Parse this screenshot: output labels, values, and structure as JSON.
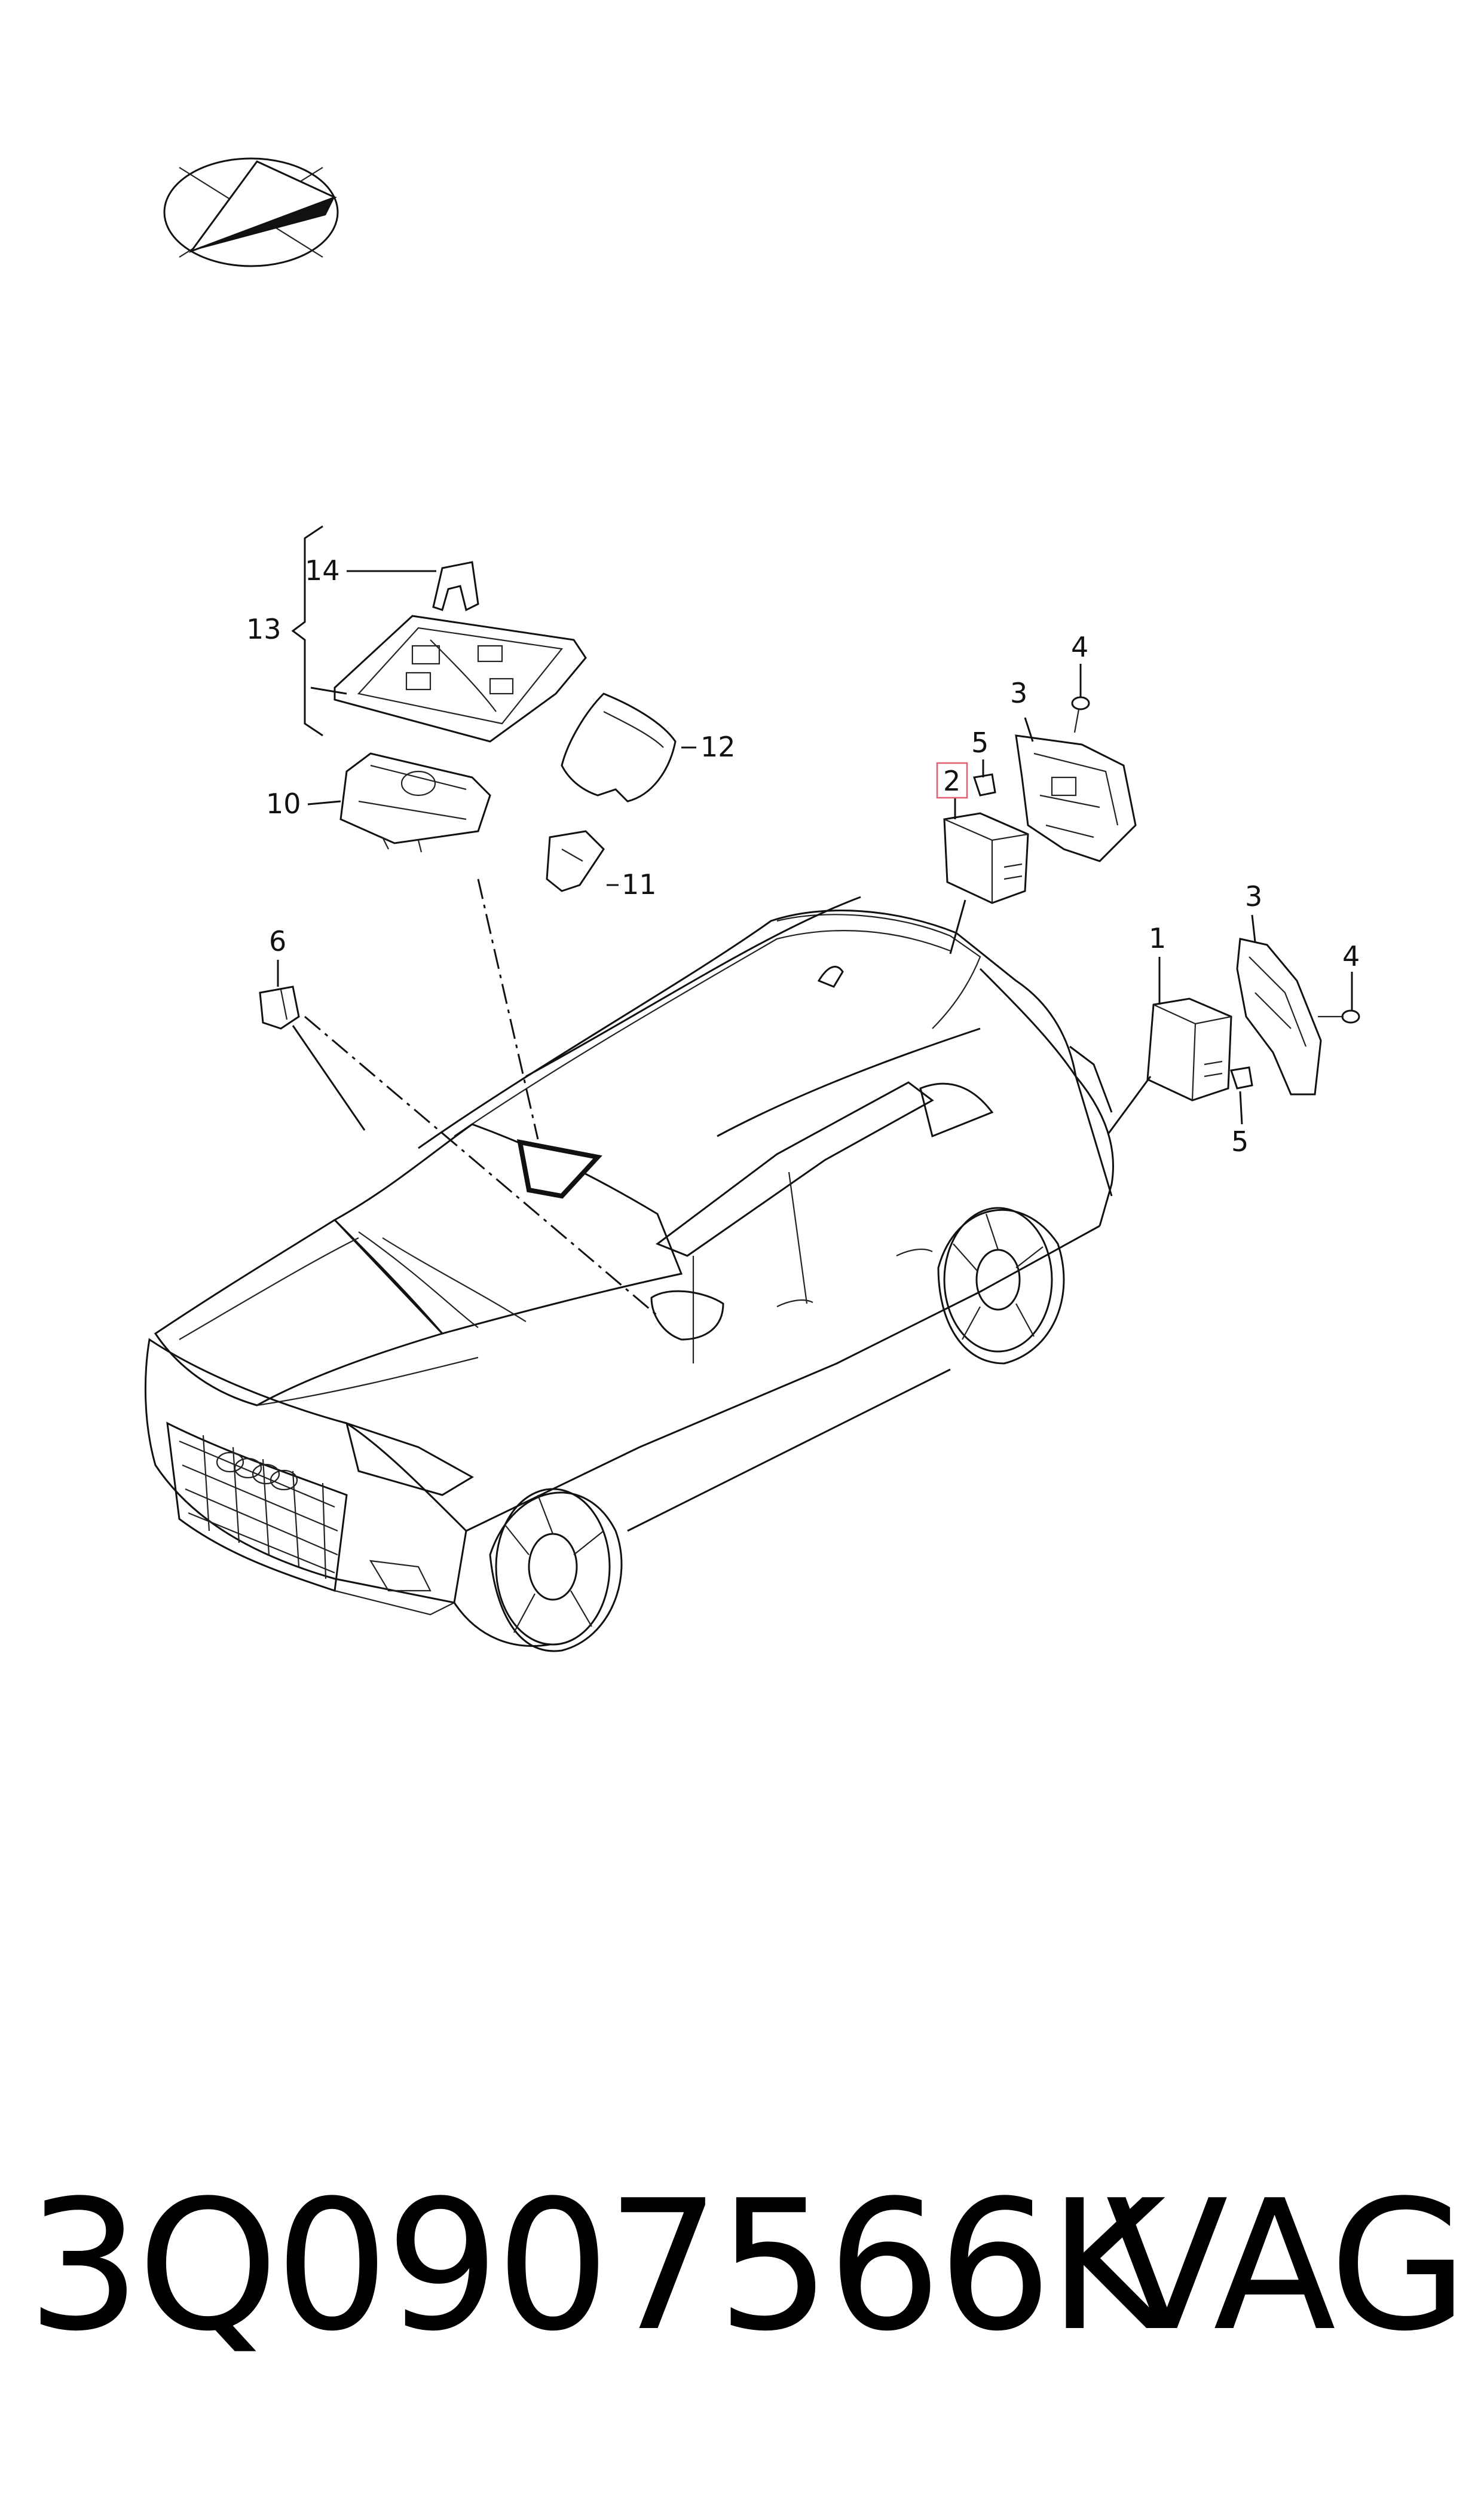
{
  "callouts": {
    "c1": "1",
    "c2": "2",
    "c3a": "3",
    "c3b": "3",
    "c4a": "4",
    "c4b": "4",
    "c5a": "5",
    "c5b": "5",
    "c6": "6",
    "c10": "10",
    "c11": "11",
    "c12": "12",
    "c13": "13",
    "c14": "14"
  },
  "highlighted_callout": "2",
  "colors": {
    "highlight_box": "#e06070",
    "ink": "#111111"
  },
  "footer": {
    "part_number": "3Q0907566K",
    "brand": "VAG"
  }
}
